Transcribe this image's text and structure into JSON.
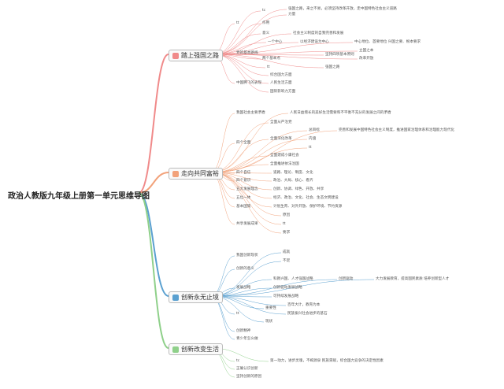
{
  "title": "政治人教版九年级上册第一单元思维导图",
  "colors": {
    "b0": "#f08a8a",
    "b1": "#f2a27a",
    "b2": "#5aa0d0",
    "b3": "#8fd08a"
  },
  "branches": [
    {
      "label": "踏上强国之路",
      "icon": "lamp-icon"
    },
    {
      "label": "走向共同富裕",
      "icon": "coin-icon"
    },
    {
      "label": "创新永无止境",
      "icon": "rocket-icon"
    },
    {
      "label": "创新改变生活",
      "icon": "lightbulb-icon"
    }
  ],
  "nodes": [
    {
      "id": "n0",
      "text": "tc"
    },
    {
      "id": "n1",
      "text": "tt"
    },
    {
      "id": "n2",
      "text": "强国之路，来之不易，必须坚持改革开放，走中国特色社会主义道路"
    },
    {
      "id": "n3",
      "text": "力量"
    },
    {
      "id": "n4",
      "text": "作用"
    },
    {
      "id": "n5",
      "text": "意义"
    },
    {
      "id": "n6",
      "text": "社会主义制度的自我完善和发展"
    },
    {
      "id": "n7",
      "text": "一个中心"
    },
    {
      "id": "n8",
      "text": "以经济建设为中心"
    },
    {
      "id": "n9",
      "text": "中心地位、首要地位 兴国之要、根本要求"
    },
    {
      "id": "n10",
      "text": "党的基本路线"
    },
    {
      "id": "n11",
      "text": "立国之本"
    },
    {
      "id": "n12",
      "text": "两个基本点"
    },
    {
      "id": "n13",
      "text": "坚持四项基本原则"
    },
    {
      "id": "n14",
      "text": "改革开放"
    },
    {
      "id": "n15",
      "text": "强国之路"
    },
    {
      "id": "n16",
      "text": "tt"
    },
    {
      "id": "n17",
      "text": "综合国力方面"
    },
    {
      "id": "n18",
      "text": "中国腾飞的表现"
    },
    {
      "id": "n19",
      "text": "人民生活方面"
    },
    {
      "id": "n20",
      "text": "国际影响力方面"
    },
    {
      "id": "n21",
      "text": "我国社会主要矛盾"
    },
    {
      "id": "n22",
      "text": "人民日益增长的美好生活需要和不平衡不充分的发展之间的矛盾"
    },
    {
      "id": "n23",
      "text": "全面从严治党"
    },
    {
      "id": "n24",
      "text": "总目标"
    },
    {
      "id": "n25",
      "text": "完善和发展中国特色社会主义制度，推进国家治理体系和治理能力现代化"
    },
    {
      "id": "n26",
      "text": "全面深化改革"
    },
    {
      "id": "n27",
      "text": "内涵"
    },
    {
      "id": "n28",
      "text": "四个全面"
    },
    {
      "id": "n29",
      "text": "tt"
    },
    {
      "id": "n30",
      "text": "全面建成小康社会"
    },
    {
      "id": "n31",
      "text": "全面推进依法治国"
    },
    {
      "id": "n32",
      "text": "四个自信"
    },
    {
      "id": "n33",
      "text": "道路、理论、制度、文化"
    },
    {
      "id": "n34",
      "text": "四个意识"
    },
    {
      "id": "n35",
      "text": "政治、大局、核心、看齐"
    },
    {
      "id": "n36",
      "text": "五大发展理念"
    },
    {
      "id": "n37",
      "text": "创新、协调、绿色、开放、共享"
    },
    {
      "id": "n38",
      "text": "五位一体"
    },
    {
      "id": "n39",
      "text": "经济、政治、文化、社会、生态文明建设"
    },
    {
      "id": "n40",
      "text": "基本国策"
    },
    {
      "id": "n41",
      "text": "计划生育、对外开放、保护环境、节约资源"
    },
    {
      "id": "n42",
      "text": "原因"
    },
    {
      "id": "n43",
      "text": "共享发展成果"
    },
    {
      "id": "n44",
      "text": "tt"
    },
    {
      "id": "n45",
      "text": "要求"
    },
    {
      "id": "n46",
      "text": "成就"
    },
    {
      "id": "n47",
      "text": "我国创新现状"
    },
    {
      "id": "n48",
      "text": "不足"
    },
    {
      "id": "n49",
      "text": "创新的意义"
    },
    {
      "id": "n50",
      "text": "科教兴国、人才强国战略"
    },
    {
      "id": "n51",
      "text": "创新驱动"
    },
    {
      "id": "n52",
      "text": "大力发展教育，提高国民素质 培养创新型人才"
    },
    {
      "id": "n53",
      "text": "发展战略"
    },
    {
      "id": "n54",
      "text": "创新驱动发展战略"
    },
    {
      "id": "n55",
      "text": "可持续发展战略"
    },
    {
      "id": "n56",
      "text": "百年大计，教育为本"
    },
    {
      "id": "n57",
      "text": "重要性"
    },
    {
      "id": "n58",
      "text": "tt"
    },
    {
      "id": "n59",
      "text": "民族振兴社会进步的基石"
    },
    {
      "id": "n60",
      "text": "现状"
    },
    {
      "id": "n61",
      "text": "创新精神"
    },
    {
      "id": "n62",
      "text": "青少年怎么做"
    },
    {
      "id": "n63",
      "text": "tc"
    },
    {
      "id": "n64",
      "text": "第一动力，进步灵魂，不竭源泉 民族禀赋，综合国力竞争的决定性因素"
    },
    {
      "id": "n65",
      "text": "正确认识创新"
    },
    {
      "id": "n66",
      "text": "坚持创新的原因"
    }
  ]
}
